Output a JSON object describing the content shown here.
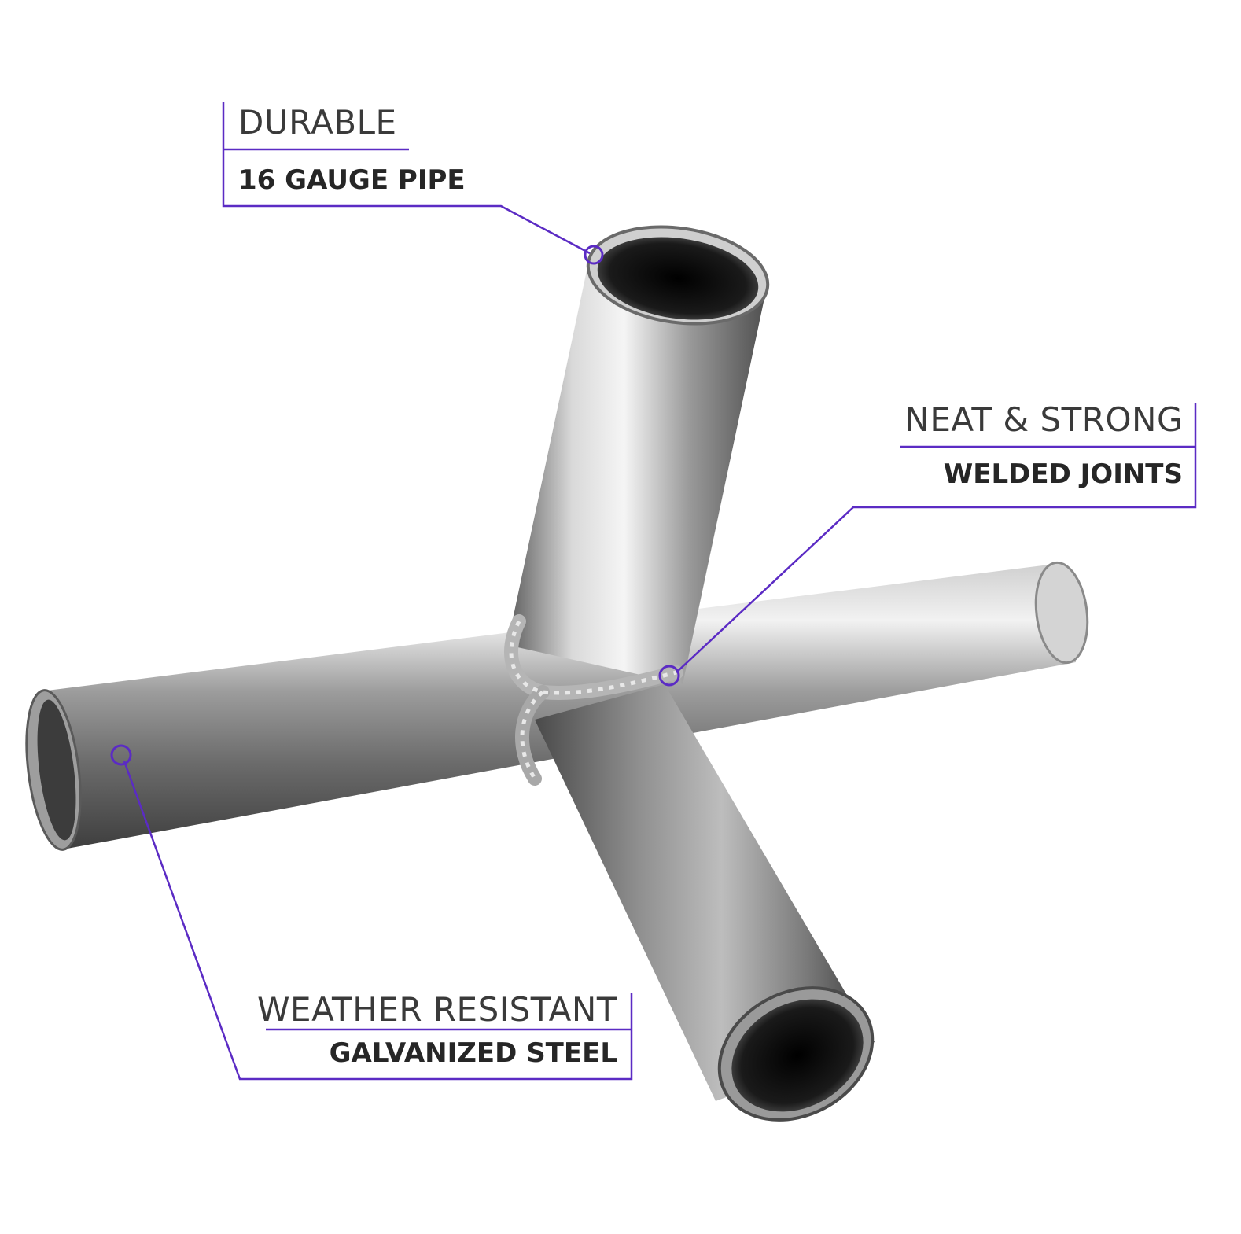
{
  "colors": {
    "callout_line": "#5b2bc4",
    "title_text": "#3a3a3a",
    "subtitle_text": "#262626",
    "background": "#ffffff",
    "steel_light": "#e6e6e6",
    "steel_mid": "#9a9a9a",
    "steel_dark": "#4a4a4a",
    "pipe_interior": "#111111"
  },
  "callouts": {
    "durable": {
      "title": "DURABLE",
      "subtitle": "16 GAUGE PIPE"
    },
    "welded": {
      "title": "NEAT & STRONG",
      "subtitle": "WELDED JOINTS"
    },
    "weather": {
      "title": "WEATHER RESISTANT",
      "subtitle": "GALVANIZED STEEL"
    }
  },
  "image": {
    "subject": "steel-cross-pipe-connector-icon"
  }
}
